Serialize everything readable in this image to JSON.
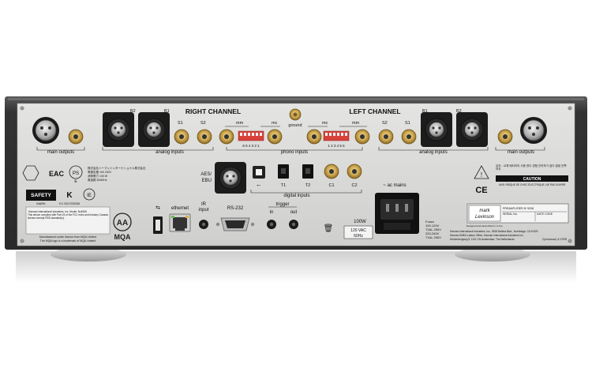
{
  "channels": {
    "right": "RIGHT CHANNEL",
    "left": "LEFT CHANNEL",
    "ground": "ground"
  },
  "outputs": {
    "main": "main outputs",
    "analog": "analog inputs",
    "phono": "phono inputs"
  },
  "connector_labels": {
    "b1": "B1",
    "b2": "B2",
    "s1": "S1",
    "s2": "S2",
    "mm": "mm",
    "mc": "mc",
    "aes": "AES/",
    "ebu": "EBU",
    "usb_symbol": "←",
    "t1": "T1",
    "t2": "T2",
    "c1": "C1",
    "c2": "C2",
    "digital": "digital inputs",
    "ac_mains": "~ ac mains",
    "ethernet": "ethernet",
    "ir": "IR",
    "ir_input": "input",
    "rs232": "RS-232",
    "trigger": "trigger",
    "trigger_in": "in",
    "trigger_out": "out"
  },
  "dip_numbers": {
    "right": "6 5 4 3 2 1",
    "left": "1 2 3 4 5 6"
  },
  "power": {
    "watts": "100W",
    "voltage": "120 VAC",
    "freq": "60Hz",
    "fuse_title": "Fuses",
    "fuse_1": "100-120V",
    "fuse_2": "T2AL 250V",
    "fuse_3": "220-240V",
    "fuse_4": "T1AL 250V"
  },
  "brand": {
    "mark": "mark",
    "levinson": "Levinson",
    "tagline": "Designed and assembled in U.S.A.",
    "model": "PREAMPLIFIER Nº 5206",
    "serial": "SERIAL No.",
    "date": "DATE CODE",
    "mqa": "MQA",
    "mqa_mark": "AA"
  },
  "regulatory": {
    "safety": "SAFETY",
    "safety_sub": "MARK",
    "eac": "EAC",
    "ce": "CE",
    "caution": "CAUTION",
    "warning_fr": "AVIS: RISQUE DE CHOC ÉLECTRIQUE, NE PAS OUVRIR",
    "jp_company": "株式会社ハーマンインターナショナル株式会社",
    "jp_1": "電源定格 100 240V",
    "jp_2": "消費電力 100 W",
    "jp_3": "周波数 50/60Hz",
    "ps_mark": "PS",
    "ps_sub": "E",
    "k_mark": "K",
    "ie_mark": "IE",
    "class_note": "Ⅱ·C 032-R2D256",
    "fcc_title": "Harman International Industries, Inc. Model: No5206",
    "fcc_lines": "This device complies with Part 15 of the FCC rules and Industry Canada license-exempt RSS standard(s).",
    "licence_1": "Manufactured under licence from MQA Limited",
    "licence_2": "The MQA logo is a trademark of MQA Limited",
    "address_1": "Harman International Industries, Inc., 8500 Balboa Blvd., Northridge, CA 91329",
    "address_2": "Harman EMEA Liaison Office, Harman International Industries Inc.",
    "address_3": "Herikerbergweg 9, 1101 CN Amsterdam, The Netherlands",
    "address_code": "C(enclosure) & CSSR",
    "kr_text": "유의 : 교체 배터리의 사용 한다 경험 관리하기 쉽다 발생 안쪽까지"
  },
  "colors": {
    "panel": "#d8d8d6",
    "chassis": "#3a3a3a",
    "gold": "#c9a34a",
    "dip_red": "#d8403a"
  }
}
